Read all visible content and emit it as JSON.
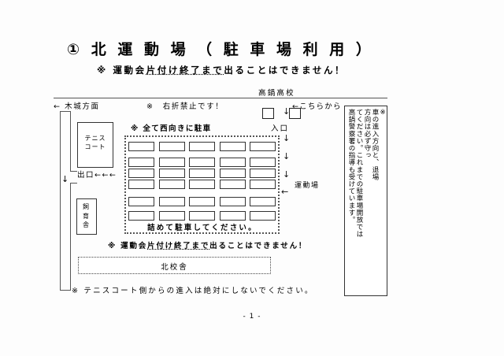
{
  "document": {
    "page_number": "- 1 -"
  },
  "title": {
    "number": "①",
    "text": "北 運 動 場 （ 駐 車 場 利 用 ）",
    "subtitle_prefix": "※ 運動会",
    "subtitle_underlined": "片付け終了まで",
    "subtitle_suffix": "出ることはできません！"
  },
  "map": {
    "school_label": "高鍋高校",
    "road_left_label": "← 木城方面",
    "no_right_turn_label": "※　右折禁止です！",
    "entry_from_label": "←こちらから",
    "exit_label": "出口←←←",
    "entrance_label": "入口",
    "tennis_court_label_line1": "テニス",
    "tennis_court_label_line2": "コート",
    "shed_label_chars": [
      "飼",
      "育",
      "舎"
    ],
    "athletic_field_label": "運動場",
    "parking_direction_note": "※ 全て西向きに駐車",
    "parking_pack_note": "詰めて駐車してください。",
    "north_building_label": "北校舎",
    "bottom_warning_prefix": "※ 運動会",
    "bottom_warning_underlined": "片付け終了まで",
    "bottom_warning_suffix": "出ることはできません！",
    "arrow_down": "↓",
    "arrow_left": "←"
  },
  "parking_grid": {
    "rows": 6,
    "cols": 5,
    "row_tops": [
      180,
      200,
      214,
      228,
      250,
      268
    ]
  },
  "notice": {
    "columns": [
      "※",
      "車の進入方向と、退場",
      "方向は必ず守っ",
      "てください。これまでの駐車場開放では",
      "高鍋警察署の指導も受けています。"
    ],
    "full_text": "※ 車の進入方向と、退場方向は必ず守ってください。これまでの駐車場開放では高鍋警察署の指導も受けています。"
  },
  "final_note": {
    "text": "※ テニスコート側からの進入は絶対にしないでください。"
  },
  "colors": {
    "ink": "#000000",
    "line": "#555555",
    "paper": "#fdfdfd"
  }
}
